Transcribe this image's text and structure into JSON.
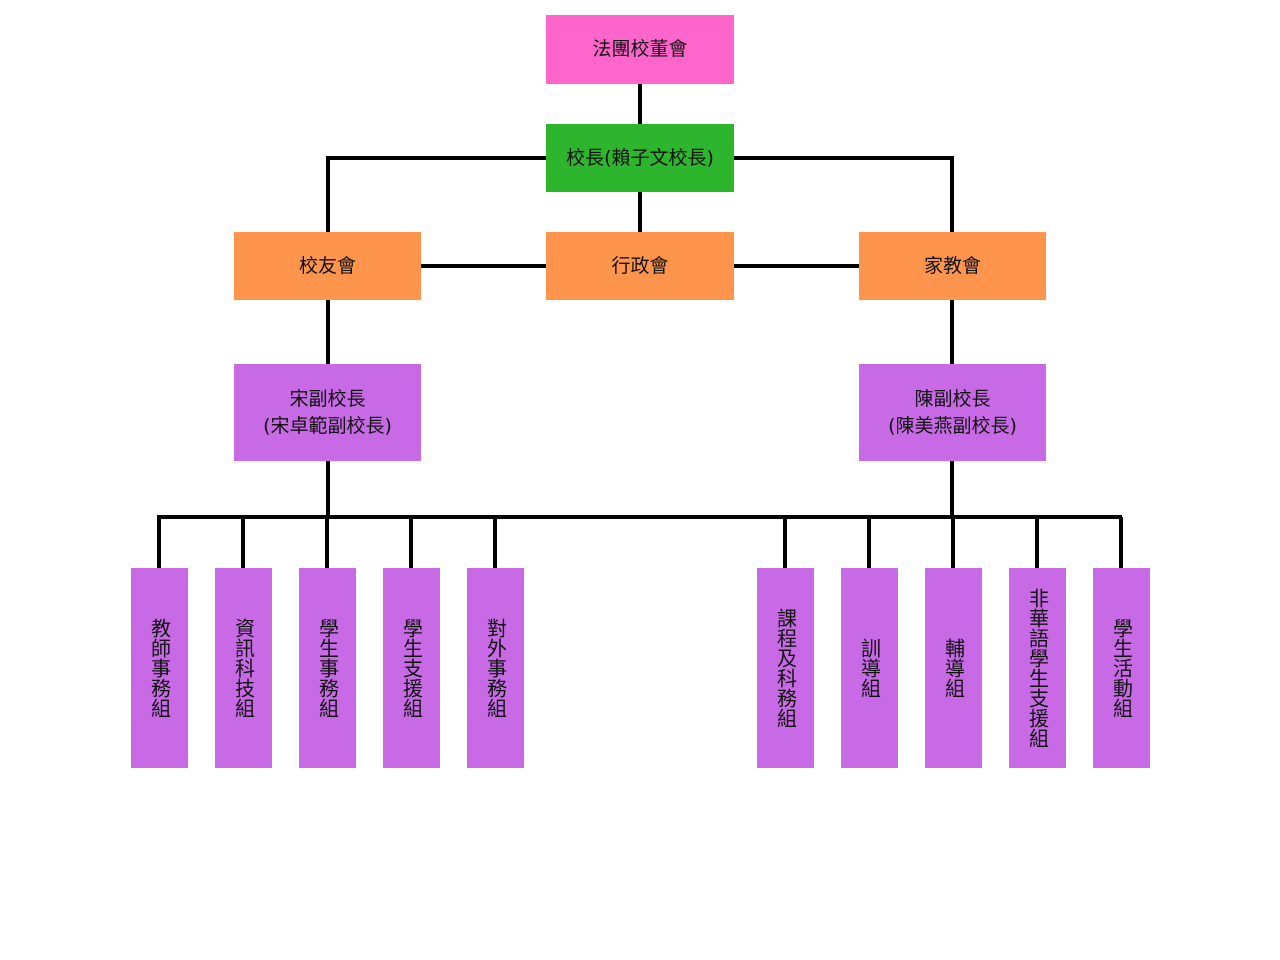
{
  "colors": {
    "board": "#ff66cc",
    "principal": "#2db52d",
    "councils": "#ff944d",
    "departments": "#c86ae6",
    "connector": "#000000"
  },
  "board": {
    "label": "法團校董會"
  },
  "principal": {
    "label": "校長(賴子文校長)"
  },
  "councils": {
    "alumni": "校友會",
    "admin": "行政會",
    "pta": "家教會"
  },
  "vice_principals": {
    "left": {
      "line1": "宋副校長",
      "line2": "(宋卓範副校長)"
    },
    "right": {
      "line1": "陳副校長",
      "line2": "(陳美燕副校長)"
    }
  },
  "groups": {
    "left": [
      "教師事務組",
      "資訊科技組",
      "學生事務組",
      "學生支援組",
      "對外事務組"
    ],
    "right": [
      "課程及科務組",
      "訓導組",
      "輔導組",
      "非華語學生支援組",
      "學生活動組"
    ]
  }
}
